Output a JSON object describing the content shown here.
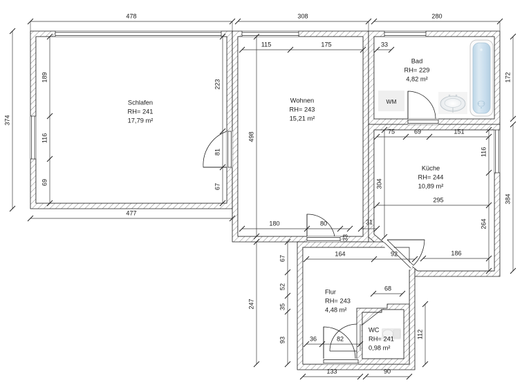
{
  "drawing": {
    "type": "architectural-floor-plan",
    "units": "cm",
    "background_color": "#ffffff",
    "line_color": "#1a1a1a"
  },
  "rooms": [
    {
      "id": "schlafen",
      "name": "Schlafen",
      "height_label": "RH= 241",
      "area_label": "17,79 m²"
    },
    {
      "id": "wohnen",
      "name": "Wohnen",
      "height_label": "RH= 243",
      "area_label": "15,21 m²"
    },
    {
      "id": "bad",
      "name": "Bad",
      "height_label": "RH= 229",
      "area_label": "4,82 m²"
    },
    {
      "id": "kueche",
      "name": "Küche",
      "height_label": "RH= 244",
      "area_label": "10,89 m²"
    },
    {
      "id": "flur",
      "name": "Flur",
      "height_label": "RH= 243",
      "area_label": "4,48 m²"
    },
    {
      "id": "wc",
      "name": "WC",
      "height_label": "RH= 241",
      "area_label": "0,98 m²"
    }
  ],
  "fixtures": [
    {
      "id": "washing-machine",
      "label": "WM",
      "color": "#efefef"
    },
    {
      "id": "bathtub",
      "label": "",
      "color": "#cfe1ee"
    },
    {
      "id": "sink",
      "label": "",
      "color": "#f2f2f2"
    },
    {
      "id": "toilet",
      "label": "",
      "color": "#e8e8e8"
    }
  ],
  "dimensions": {
    "top": [
      {
        "id": "top-478",
        "value": "478"
      },
      {
        "id": "top-308",
        "value": "308"
      },
      {
        "id": "top-280",
        "value": "280"
      }
    ],
    "left": [
      {
        "id": "left-374",
        "value": "374"
      },
      {
        "id": "left-189",
        "value": "189"
      },
      {
        "id": "left-116",
        "value": "116"
      },
      {
        "id": "left-69",
        "value": "69"
      }
    ],
    "right": [
      {
        "id": "right-172",
        "value": "172"
      },
      {
        "id": "right-384",
        "value": "384"
      }
    ],
    "bottom": [
      {
        "id": "bottom-477",
        "value": "477"
      },
      {
        "id": "bottom-133",
        "value": "133"
      },
      {
        "id": "bottom-90",
        "value": "90"
      }
    ],
    "interior": [
      {
        "id": "schlafen-223",
        "value": "223"
      },
      {
        "id": "schlafen-81",
        "value": "81"
      },
      {
        "id": "schlafen-67",
        "value": "67"
      },
      {
        "id": "wohnen-115",
        "value": "115"
      },
      {
        "id": "wohnen-175",
        "value": "175"
      },
      {
        "id": "wohnen-498",
        "value": "498"
      },
      {
        "id": "wohnen-180",
        "value": "180"
      },
      {
        "id": "wohnen-80",
        "value": "80"
      },
      {
        "id": "wohnen-33",
        "value": "33"
      },
      {
        "id": "wohnen-31",
        "value": "31"
      },
      {
        "id": "bad-33",
        "value": "33"
      },
      {
        "id": "kueche-75",
        "value": "75"
      },
      {
        "id": "kueche-69",
        "value": "69"
      },
      {
        "id": "kueche-151",
        "value": "151"
      },
      {
        "id": "kueche-116",
        "value": "116"
      },
      {
        "id": "kueche-304",
        "value": "304"
      },
      {
        "id": "kueche-295",
        "value": "295"
      },
      {
        "id": "kueche-264",
        "value": "264"
      },
      {
        "id": "kueche-186",
        "value": "186"
      },
      {
        "id": "flur-247",
        "value": "247"
      },
      {
        "id": "flur-67",
        "value": "67"
      },
      {
        "id": "flur-52",
        "value": "52"
      },
      {
        "id": "flur-35",
        "value": "35"
      },
      {
        "id": "flur-93",
        "value": "93"
      },
      {
        "id": "flur-164",
        "value": "164"
      },
      {
        "id": "flur-92",
        "value": "92"
      },
      {
        "id": "flur-68",
        "value": "68"
      },
      {
        "id": "flur-36",
        "value": "36"
      },
      {
        "id": "flur-82",
        "value": "82"
      },
      {
        "id": "wc-112",
        "value": "112"
      }
    ]
  }
}
